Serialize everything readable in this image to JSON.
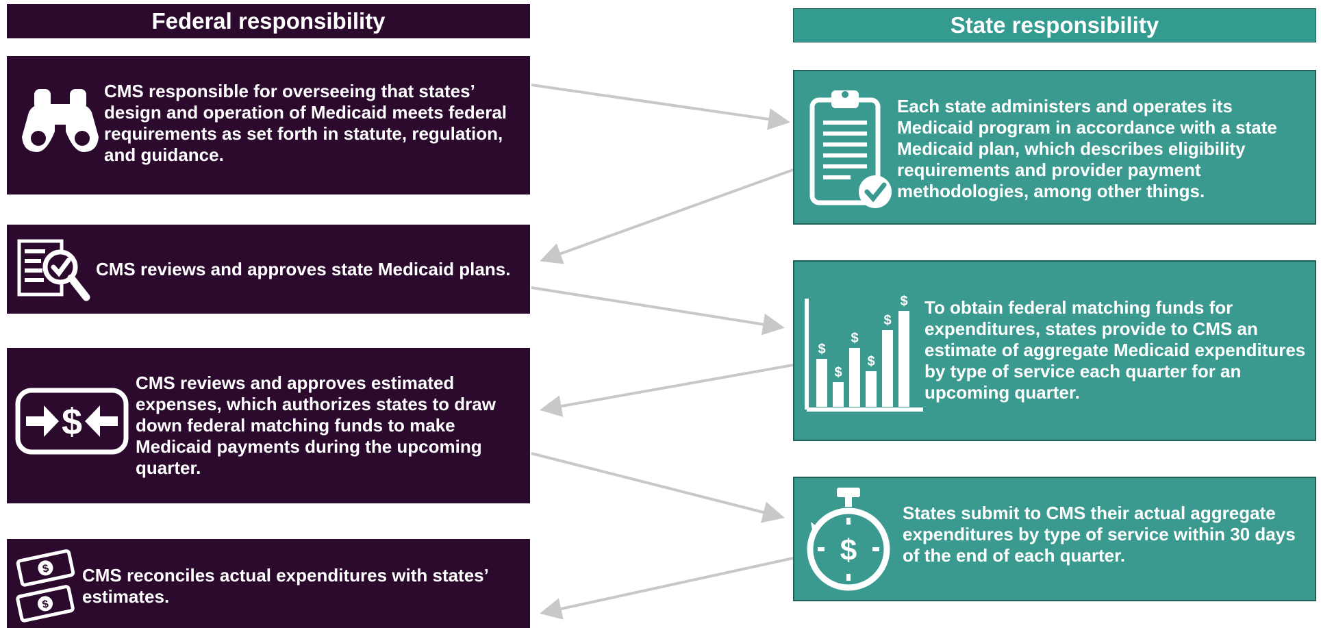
{
  "headers": {
    "federal": "Federal responsibility",
    "state": "State responsibility"
  },
  "federal_steps": [
    {
      "icon": "binoculars-icon",
      "text": "CMS responsible for overseeing that states’ design and operation of Medicaid meets federal requirements as set forth in statute, regulation, and guidance."
    },
    {
      "icon": "document-review-icon",
      "text": "CMS reviews and approves state Medicaid plans."
    },
    {
      "icon": "money-transfer-icon",
      "text": "CMS reviews and approves estimated expenses, which authorizes states to draw down federal matching funds to make Medicaid payments during the upcoming quarter."
    },
    {
      "icon": "money-stack-icon",
      "text": "CMS reconciles actual expenditures with states’ estimates."
    }
  ],
  "state_steps": [
    {
      "icon": "clipboard-check-icon",
      "text": "Each state administers and operates its Medicaid program in accordance with a state Medicaid plan, which describes eligibility requirements and provider payment methodologies, among other things."
    },
    {
      "icon": "bar-chart-dollar-icon",
      "text": "To obtain federal matching funds for expenditures, states provide to CMS an estimate of aggregate Medicaid expenditures by type of service each quarter for an upcoming quarter."
    },
    {
      "icon": "stopwatch-dollar-icon",
      "text": "States submit to CMS their actual aggregate expenditures by type of service within 30 days of the end of each quarter."
    }
  ],
  "colors": {
    "federal": "#2b0a2e",
    "state": "#3a9a90",
    "arrow": "#c8c8c8"
  },
  "symbols": {
    "dollar": "$"
  }
}
